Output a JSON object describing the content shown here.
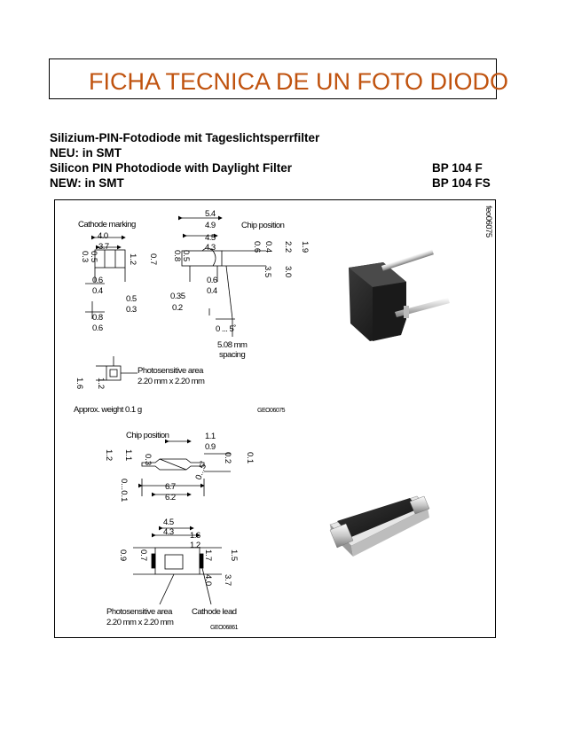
{
  "title": "FICHA TECNICA DE UN FOTO DIODO",
  "headings": {
    "de_title": "Silizium-PIN-Fotodiode mit Tageslichtsperrfilter",
    "de_new": "NEU: in SMT",
    "en_title": "Silicon PIN Photodiode with Daylight Filter",
    "en_new": "NEW: in SMT"
  },
  "parts": [
    "BP 104 F",
    "BP 104 FS"
  ],
  "side_code": "feo06075",
  "drawing1": {
    "cathode_marking": "Cathode marking",
    "chip_position": "Chip position",
    "dim_4_0": "4.0",
    "dim_3_7": "3.7",
    "dim_5_4": "5.4",
    "dim_4_9": "4.9",
    "dim_4_5": "4.5",
    "dim_4_3": "4.3",
    "dim_0_6a": "0.6",
    "dim_0_4a": "0.4",
    "dim_0_5": "0.5",
    "dim_0_3": "0.3",
    "dim_0_8": "0.8",
    "dim_0_6b": "0.6",
    "dim_0_35": "0.35",
    "dim_0_2": "0.2",
    "dim_0_6c": "0.6",
    "dim_0_4c": "0.4",
    "angle": "0 ... 5˚",
    "spacing_1": "5.08 mm",
    "spacing_2": "spacing",
    "photo_area_1": "Photosensitive area",
    "photo_area_2": "2.20 mm x 2.20 mm",
    "weight": "Approx. weight 0.1 g",
    "code": "GEO06075",
    "v_dims": [
      "0.3",
      "0.5",
      "1.2",
      "0.7",
      "0.8",
      "0.5",
      "0.6",
      "0.4",
      "2.2",
      "1.9",
      "3.5",
      "3.0",
      "1.6",
      "1.2"
    ]
  },
  "drawing2": {
    "chip_position": "Chip position",
    "dim_1_1": "1.1",
    "dim_0_9": "0.9",
    "dim_6_7": "6.7",
    "dim_6_2": "6.2",
    "dim_4_5": "4.5",
    "dim_4_3": "4.3",
    "dim_1_6": "1.6",
    "dim_1_2": "1.2",
    "angle": "0...5˚",
    "photo_area_1": "Photosensitive area",
    "photo_area_2": "2.20 mm x 2.20 mm",
    "cathode_lead": "Cathode lead",
    "code": "GEO06861",
    "v_dims": [
      "1.2",
      "1.1",
      "0.3",
      "0.2",
      "0.1",
      "0...0.1",
      "0.9",
      "0.7",
      "1.7",
      "1.5",
      "4.0",
      "3.7"
    ]
  }
}
